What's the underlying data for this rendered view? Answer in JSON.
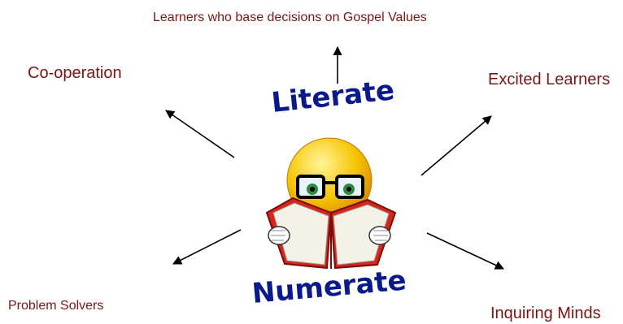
{
  "labels": {
    "top": "Learners who base decisions on Gospel Values",
    "upper_left": "Co-operation",
    "upper_right": "Excited Learners",
    "lower_left": "Problem Solvers",
    "lower_right": "Inquiring Minds"
  },
  "center_words": {
    "upper": "Literate",
    "lower": "Numerate"
  },
  "colors": {
    "label": "#7a1515",
    "center_word": "#0a1a8c",
    "arrow": "#000000",
    "book": "#d8241b",
    "face": "#f7c400"
  },
  "icons": {
    "center": "reading-smiley-icon"
  }
}
